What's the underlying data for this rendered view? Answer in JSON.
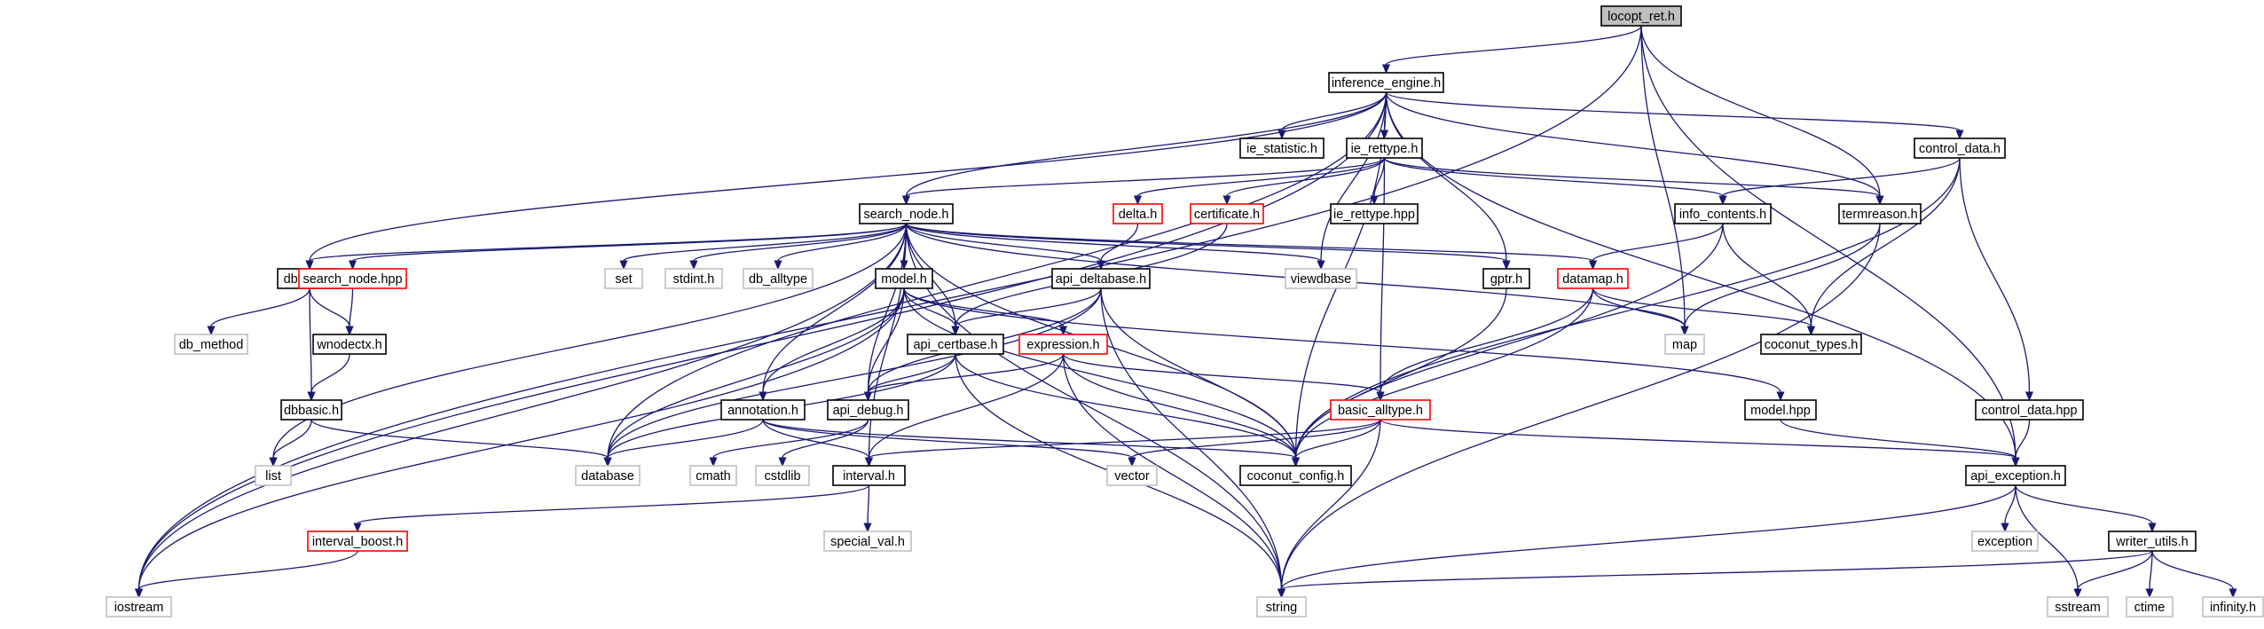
{
  "colors": {
    "edge": "#191970",
    "node_border_normal": "#000000",
    "node_border_truncated": "#ff0000",
    "node_border_external": "#bfbfbf",
    "node_fill_root": "#bfbfbf",
    "node_fill": "#ffffff",
    "text_normal": "#000000",
    "text_external": "#000000"
  },
  "nodes": [
    {
      "id": "locopt_ret",
      "label": "locopt_ret.h",
      "kind": "root"
    },
    {
      "id": "inference_engine",
      "label": "inference_engine.h",
      "kind": "normal"
    },
    {
      "id": "ie_statistic",
      "label": "ie_statistic.h",
      "kind": "normal"
    },
    {
      "id": "ie_rettype",
      "label": "ie_rettype.h",
      "kind": "normal"
    },
    {
      "id": "control_data",
      "label": "control_data.h",
      "kind": "normal"
    },
    {
      "id": "search_node",
      "label": "search_node.h",
      "kind": "normal"
    },
    {
      "id": "delta",
      "label": "delta.h",
      "kind": "truncated"
    },
    {
      "id": "certificate",
      "label": "certificate.h",
      "kind": "truncated"
    },
    {
      "id": "ie_rettype_hpp",
      "label": "ie_rettype.hpp",
      "kind": "normal"
    },
    {
      "id": "info_contents",
      "label": "info_contents.h",
      "kind": "normal"
    },
    {
      "id": "termreason",
      "label": "termreason.h",
      "kind": "normal"
    },
    {
      "id": "dbtools",
      "label": "dbtools.h",
      "kind": "normal"
    },
    {
      "id": "search_node_hpp",
      "label": "search_node.hpp",
      "kind": "truncated"
    },
    {
      "id": "set",
      "label": "set",
      "kind": "external"
    },
    {
      "id": "stdint",
      "label": "stdint.h",
      "kind": "external"
    },
    {
      "id": "db_alltype",
      "label": "db_alltype",
      "kind": "external"
    },
    {
      "id": "model",
      "label": "model.h",
      "kind": "normal"
    },
    {
      "id": "api_deltabase",
      "label": "api_deltabase.h",
      "kind": "normal"
    },
    {
      "id": "viewdbase",
      "label": "viewdbase",
      "kind": "external"
    },
    {
      "id": "gptr",
      "label": "gptr.h",
      "kind": "normal"
    },
    {
      "id": "datamap",
      "label": "datamap.h",
      "kind": "truncated"
    },
    {
      "id": "db_method",
      "label": "db_method",
      "kind": "external"
    },
    {
      "id": "wnodectx",
      "label": "wnodectx.h",
      "kind": "normal"
    },
    {
      "id": "api_certbase",
      "label": "api_certbase.h",
      "kind": "normal"
    },
    {
      "id": "expression",
      "label": "expression.h",
      "kind": "truncated"
    },
    {
      "id": "map",
      "label": "map",
      "kind": "external"
    },
    {
      "id": "coconut_types",
      "label": "coconut_types.h",
      "kind": "normal"
    },
    {
      "id": "dbbasic",
      "label": "dbbasic.h",
      "kind": "normal"
    },
    {
      "id": "annotation",
      "label": "annotation.h",
      "kind": "normal"
    },
    {
      "id": "api_debug",
      "label": "api_debug.h",
      "kind": "normal"
    },
    {
      "id": "basic_alltype",
      "label": "basic_alltype.h",
      "kind": "truncated"
    },
    {
      "id": "model_hpp",
      "label": "model.hpp",
      "kind": "normal"
    },
    {
      "id": "control_data_hpp",
      "label": "control_data.hpp",
      "kind": "normal"
    },
    {
      "id": "list",
      "label": "list",
      "kind": "external"
    },
    {
      "id": "database",
      "label": "database",
      "kind": "external"
    },
    {
      "id": "cmath",
      "label": "cmath",
      "kind": "external"
    },
    {
      "id": "cstdlib",
      "label": "cstdlib",
      "kind": "external"
    },
    {
      "id": "interval",
      "label": "interval.h",
      "kind": "normal"
    },
    {
      "id": "vector",
      "label": "vector",
      "kind": "external"
    },
    {
      "id": "coconut_config",
      "label": "coconut_config.h",
      "kind": "normal"
    },
    {
      "id": "api_exception",
      "label": "api_exception.h",
      "kind": "normal"
    },
    {
      "id": "interval_boost",
      "label": "interval_boost.h",
      "kind": "truncated"
    },
    {
      "id": "special_val",
      "label": "special_val.h",
      "kind": "external"
    },
    {
      "id": "exception",
      "label": "exception",
      "kind": "external"
    },
    {
      "id": "writer_utils",
      "label": "writer_utils.h",
      "kind": "normal"
    },
    {
      "id": "iostream",
      "label": "iostream",
      "kind": "external"
    },
    {
      "id": "string",
      "label": "string",
      "kind": "external"
    },
    {
      "id": "sstream",
      "label": "sstream",
      "kind": "external"
    },
    {
      "id": "ctime",
      "label": "ctime",
      "kind": "external"
    },
    {
      "id": "infinity",
      "label": "infinity.h",
      "kind": "external"
    }
  ],
  "edges": [
    [
      "locopt_ret",
      "inference_engine"
    ],
    [
      "locopt_ret",
      "iostream"
    ],
    [
      "locopt_ret",
      "map"
    ],
    [
      "locopt_ret",
      "termreason"
    ],
    [
      "locopt_ret",
      "api_exception"
    ],
    [
      "inference_engine",
      "ie_statistic"
    ],
    [
      "inference_engine",
      "ie_rettype"
    ],
    [
      "inference_engine",
      "control_data"
    ],
    [
      "inference_engine",
      "search_node"
    ],
    [
      "inference_engine",
      "dbtools"
    ],
    [
      "inference_engine",
      "iostream"
    ],
    [
      "inference_engine",
      "database"
    ],
    [
      "inference_engine",
      "viewdbase"
    ],
    [
      "inference_engine",
      "gptr"
    ],
    [
      "inference_engine",
      "coconut_config"
    ],
    [
      "inference_engine",
      "api_exception"
    ],
    [
      "inference_engine",
      "termreason"
    ],
    [
      "ie_rettype",
      "search_node"
    ],
    [
      "ie_rettype",
      "delta"
    ],
    [
      "ie_rettype",
      "certificate"
    ],
    [
      "ie_rettype",
      "ie_rettype_hpp"
    ],
    [
      "ie_rettype",
      "info_contents"
    ],
    [
      "ie_rettype",
      "termreason"
    ],
    [
      "ie_rettype",
      "basic_alltype"
    ],
    [
      "control_data",
      "info_contents"
    ],
    [
      "control_data",
      "coconut_types"
    ],
    [
      "control_data",
      "control_data_hpp"
    ],
    [
      "control_data",
      "coconut_config"
    ],
    [
      "search_node",
      "dbtools"
    ],
    [
      "search_node",
      "search_node_hpp"
    ],
    [
      "search_node",
      "set"
    ],
    [
      "search_node",
      "stdint"
    ],
    [
      "search_node",
      "db_alltype"
    ],
    [
      "search_node",
      "model"
    ],
    [
      "search_node",
      "api_deltabase"
    ],
    [
      "search_node",
      "viewdbase"
    ],
    [
      "search_node",
      "gptr"
    ],
    [
      "search_node",
      "datamap"
    ],
    [
      "search_node",
      "list"
    ],
    [
      "search_node",
      "iostream"
    ],
    [
      "search_node",
      "string"
    ],
    [
      "search_node",
      "annotation"
    ],
    [
      "search_node",
      "interval"
    ],
    [
      "search_node",
      "api_debug"
    ],
    [
      "search_node",
      "api_certbase"
    ],
    [
      "search_node",
      "coconut_config"
    ],
    [
      "search_node",
      "map"
    ],
    [
      "delta",
      "api_deltabase"
    ],
    [
      "certificate",
      "api_certbase"
    ],
    [
      "info_contents",
      "datamap"
    ],
    [
      "info_contents",
      "coconut_types"
    ],
    [
      "info_contents",
      "coconut_config"
    ],
    [
      "termreason",
      "map"
    ],
    [
      "termreason",
      "string"
    ],
    [
      "dbtools",
      "db_method"
    ],
    [
      "dbtools",
      "wnodectx"
    ],
    [
      "dbtools",
      "dbbasic"
    ],
    [
      "search_node_hpp",
      "wnodectx"
    ],
    [
      "wnodectx",
      "dbbasic"
    ],
    [
      "dbbasic",
      "list"
    ],
    [
      "dbbasic",
      "database"
    ],
    [
      "model",
      "api_certbase"
    ],
    [
      "model",
      "expression"
    ],
    [
      "model",
      "annotation"
    ],
    [
      "model",
      "api_debug"
    ],
    [
      "model",
      "database"
    ],
    [
      "model",
      "iostream"
    ],
    [
      "model",
      "coconut_config"
    ],
    [
      "model",
      "model_hpp"
    ],
    [
      "api_deltabase",
      "api_certbase"
    ],
    [
      "api_deltabase",
      "api_debug"
    ],
    [
      "api_deltabase",
      "database"
    ],
    [
      "api_deltabase",
      "coconut_config"
    ],
    [
      "api_deltabase",
      "string"
    ],
    [
      "gptr",
      "coconut_config"
    ],
    [
      "datamap",
      "map"
    ],
    [
      "datamap",
      "coconut_types"
    ],
    [
      "datamap",
      "basic_alltype"
    ],
    [
      "datamap",
      "coconut_config"
    ],
    [
      "api_certbase",
      "api_debug"
    ],
    [
      "api_certbase",
      "database"
    ],
    [
      "api_certbase",
      "coconut_config"
    ],
    [
      "api_certbase",
      "string"
    ],
    [
      "expression",
      "basic_alltype"
    ],
    [
      "expression",
      "interval"
    ],
    [
      "expression",
      "coconut_config"
    ],
    [
      "expression",
      "string"
    ],
    [
      "expression",
      "api_debug"
    ],
    [
      "annotation",
      "database"
    ],
    [
      "annotation",
      "interval"
    ],
    [
      "annotation",
      "vector"
    ],
    [
      "annotation",
      "coconut_config"
    ],
    [
      "api_debug",
      "cmath"
    ],
    [
      "api_debug",
      "cstdlib"
    ],
    [
      "basic_alltype",
      "interval"
    ],
    [
      "basic_alltype",
      "vector"
    ],
    [
      "basic_alltype",
      "coconut_config"
    ],
    [
      "basic_alltype",
      "string"
    ],
    [
      "basic_alltype",
      "api_exception"
    ],
    [
      "model_hpp",
      "api_exception"
    ],
    [
      "control_data_hpp",
      "api_exception"
    ],
    [
      "interval",
      "interval_boost"
    ],
    [
      "interval",
      "special_val"
    ],
    [
      "interval_boost",
      "iostream"
    ],
    [
      "api_exception",
      "exception"
    ],
    [
      "api_exception",
      "sstream"
    ],
    [
      "api_exception",
      "writer_utils"
    ],
    [
      "api_exception",
      "string"
    ],
    [
      "writer_utils",
      "string"
    ],
    [
      "writer_utils",
      "sstream"
    ],
    [
      "writer_utils",
      "ctime"
    ],
    [
      "writer_utils",
      "infinity"
    ]
  ]
}
